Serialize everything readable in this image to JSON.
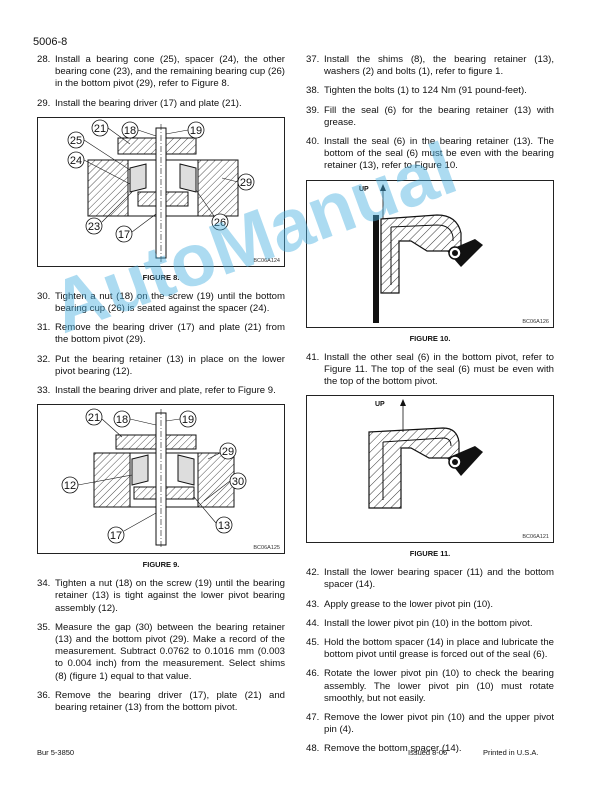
{
  "header": {
    "page_number": "5006-8"
  },
  "left_steps_a": [
    {
      "num": "28.",
      "text": "Install a bearing cone (25), spacer (24), the other bearing cone (23), and the remaining bearing cup (26) in the bottom pivot (29), refer to Figure 8."
    },
    {
      "num": "29.",
      "text": "Install the bearing driver (17) and plate (21)."
    }
  ],
  "figure8": {
    "caption": "FIGURE 8.",
    "code": "BC06A124",
    "callouts": [
      "21",
      "18",
      "19",
      "25",
      "24",
      "29",
      "26",
      "23",
      "17"
    ]
  },
  "left_steps_b": [
    {
      "num": "30.",
      "text": "Tighten a nut (18) on the screw (19) until the bottom bearing cup (26) is seated against the spacer (24)."
    },
    {
      "num": "31.",
      "text": "Remove the bearing driver (17) and plate (21) from the bottom pivot (29)."
    },
    {
      "num": "32.",
      "text": "Put the bearing retainer (13) in place on the lower pivot bearing (12)."
    },
    {
      "num": "33.",
      "text": "Install the bearing driver and plate, refer to Figure 9."
    }
  ],
  "figure9": {
    "caption": "FIGURE 9.",
    "code": "BC06A125",
    "callouts": [
      "21",
      "18",
      "19",
      "29",
      "12",
      "30",
      "13",
      "17"
    ]
  },
  "left_steps_c": [
    {
      "num": "34.",
      "text": "Tighten a nut (18) on the screw (19) until the bearing retainer (13) is tight against the lower pivot bearing assembly (12)."
    },
    {
      "num": "35.",
      "text": "Measure the gap (30) between the bearing retainer (13) and the bottom pivot (29). Make a record of the measurement. Subtract 0.0762 to 0.1016 mm (0.003 to 0.004 inch) from the measurement. Select shims (8) (figure 1) equal to that value."
    },
    {
      "num": "36.",
      "text": "Remove the bearing driver (17), plate (21) and bearing retainer (13) from the bottom pivot."
    }
  ],
  "right_steps_a": [
    {
      "num": "37.",
      "text": "Install the shims (8), the bearing retainer (13), washers (2) and bolts (1), refer to figure 1."
    },
    {
      "num": "38.",
      "text": "Tighten the bolts (1) to 124 Nm (91 pound-feet)."
    },
    {
      "num": "39.",
      "text": "Fill the seal (6) for the bearing retainer (13) with grease."
    },
    {
      "num": "40.",
      "text": "Install the seal (6) in the bearing retainer (13). The bottom of the seal (6) must be even with the bearing retainer (13), refer to Figure 10."
    }
  ],
  "figure10": {
    "caption": "FIGURE 10.",
    "code": "BC06A126",
    "up_label": "UP"
  },
  "right_steps_b": [
    {
      "num": "41.",
      "text": "Install the other seal (6) in the bottom pivot, refer to Figure 11. The top of the seal (6) must be even with the top of the bottom pivot."
    }
  ],
  "figure11": {
    "caption": "FIGURE 11.",
    "code": "BC06A121",
    "up_label": "UP"
  },
  "right_steps_c": [
    {
      "num": "42.",
      "text": "Install the lower bearing spacer (11) and the bottom spacer (14)."
    },
    {
      "num": "43.",
      "text": "Apply grease to the lower pivot pin (10)."
    },
    {
      "num": "44.",
      "text": "Install the lower pivot pin (10) in the bottom pivot."
    },
    {
      "num": "45.",
      "text": "Hold the bottom spacer (14) in place and lubricate the bottom pivot until grease is forced out of the seal (6)."
    },
    {
      "num": "46.",
      "text": "Rotate the lower pivot pin (10) to check the bearing assembly. The lower pivot pin (10) must rotate smoothly, but not easily."
    },
    {
      "num": "47.",
      "text": "Remove the lower pivot pin (10) and the upper pivot pin (4)."
    },
    {
      "num": "48.",
      "text": "Remove the bottom spacer (14)."
    }
  ],
  "footer": {
    "left": "Bur 5-3850",
    "issued": "Issued 8-06",
    "printed": "Printed in U.S.A."
  },
  "watermark": "AutoManual"
}
